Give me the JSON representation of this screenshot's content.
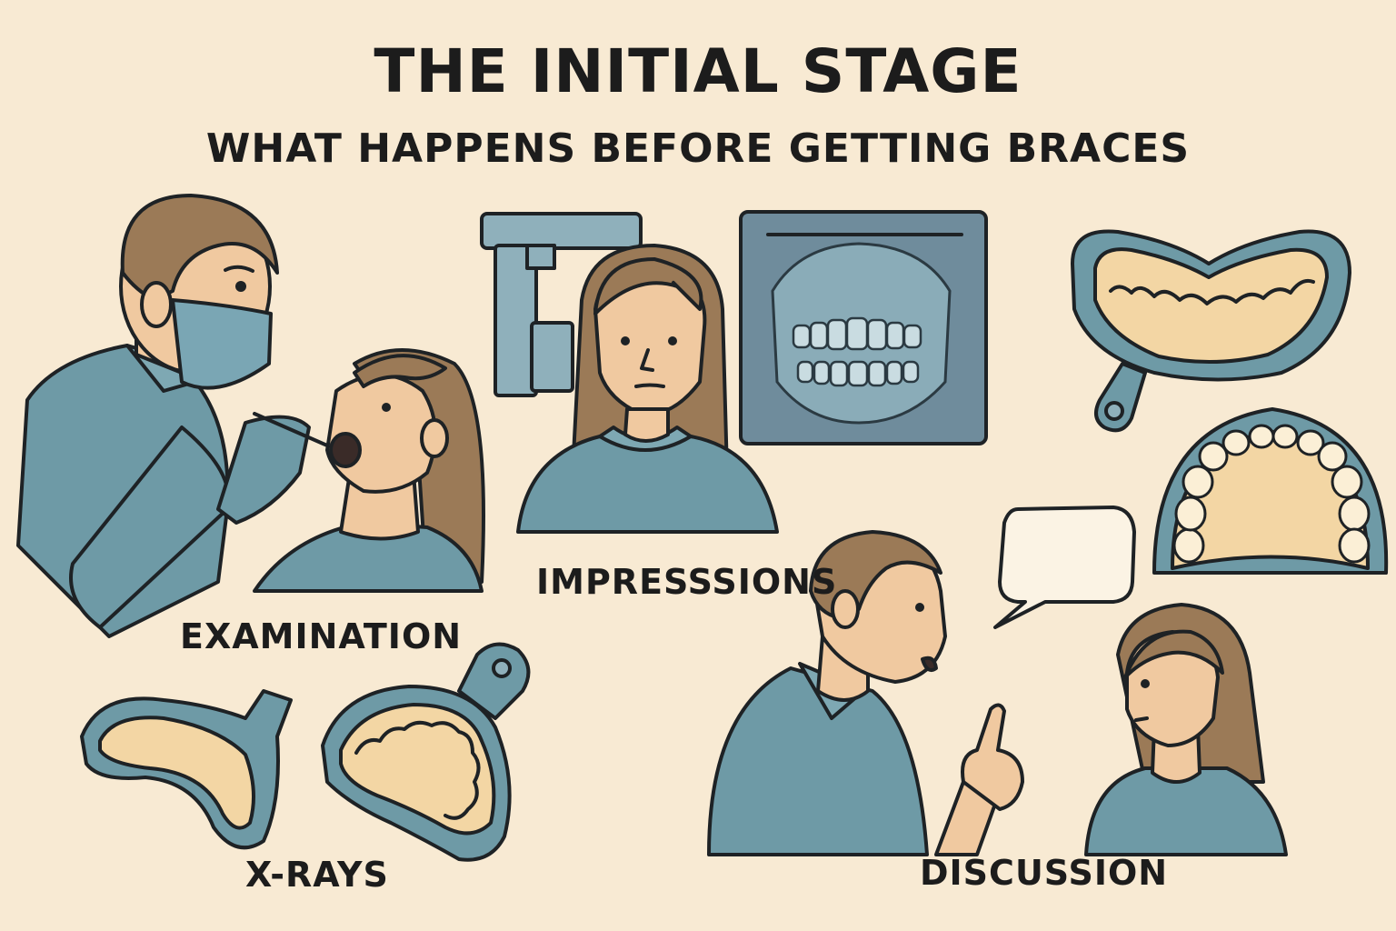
{
  "header": {
    "title": "THE INITIAL STAGE",
    "subtitle": "WHAT HAPPENS BEFORE GETTING BRACES"
  },
  "steps": {
    "examination": "EXAMINATION",
    "impressions": "IMPRESSSIONS",
    "xrays": "X-RAYS",
    "discussion": "DISCUSSION"
  },
  "colors": {
    "background": "#f8ead3",
    "scrubs": "#6e9aa6",
    "skin": "#f0c9a0",
    "hair": "#9b7a57",
    "xray_panel": "#6f8c9c",
    "impression_material": "#f3d6a4",
    "outline": "#1e2225"
  }
}
